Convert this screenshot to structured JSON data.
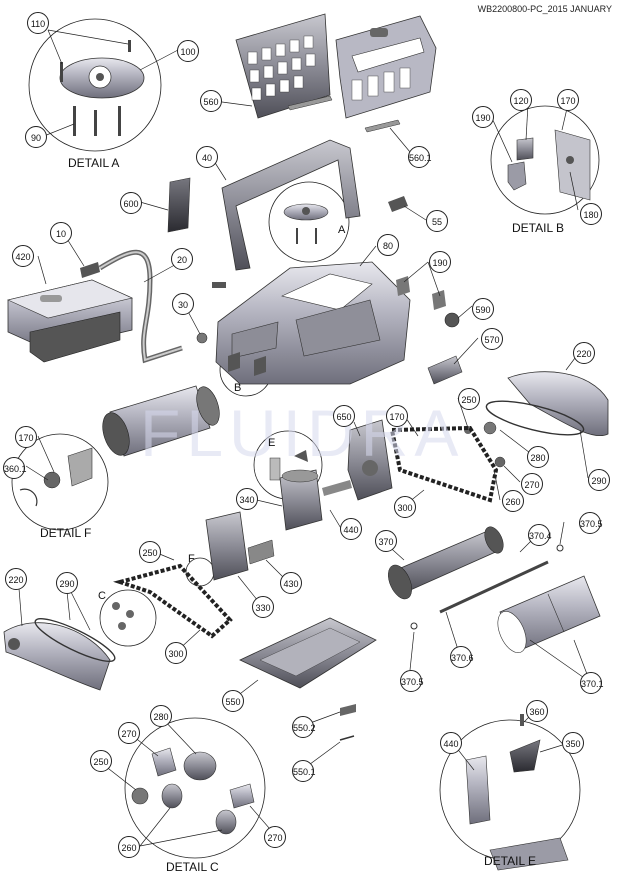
{
  "header": {
    "doc_code": "WB2200800-PC_2015 JANUARY"
  },
  "watermark": "FLUIDRA",
  "details": {
    "a": "DETAIL A",
    "b": "DETAIL B",
    "c": "DETAIL C",
    "e": "DETAIL E",
    "f": "DETAIL F"
  },
  "letters": {
    "a": "A",
    "b": "B",
    "e": "E",
    "f": "F",
    "c": "C"
  },
  "callouts": {
    "c110": "110",
    "c100": "100",
    "c90": "90",
    "c560": "560",
    "c560_1": "560.1",
    "c190a": "190",
    "c120": "120",
    "c170a": "170",
    "c180": "180",
    "c40": "40",
    "c600": "600",
    "c55": "55",
    "c10": "10",
    "c420": "420",
    "c20": "20",
    "c30": "30",
    "c80": "80",
    "c190b": "190",
    "c590": "590",
    "c570": "570",
    "c220a": "220",
    "c250a": "250",
    "c280a": "280",
    "c270a": "270",
    "c260a": "260",
    "c290a": "290",
    "c170b": "170",
    "c360_1": "360.1",
    "c650": "650",
    "c170c": "170",
    "c300a": "300",
    "c340": "340",
    "c440a": "440",
    "c370": "370",
    "c370_4": "370.4",
    "c370_5a": "370.5",
    "c250b": "250",
    "c430": "430",
    "c330": "330",
    "c220b": "220",
    "c290b": "290",
    "c300b": "300",
    "c550": "550",
    "c550_2": "550.2",
    "c550_1": "550.1",
    "c370_6": "370.6",
    "c370_5b": "370.5",
    "c370_1": "370.1",
    "c270b": "270",
    "c280b": "280",
    "c250c": "250",
    "c260b": "260",
    "c270c": "270",
    "c360": "360",
    "c350": "350",
    "c440b": "440"
  }
}
